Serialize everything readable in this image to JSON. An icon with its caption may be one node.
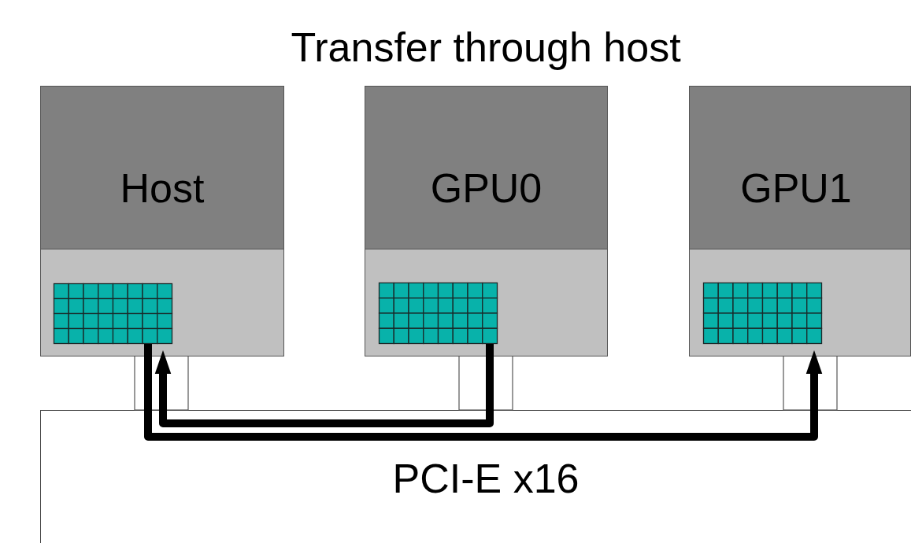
{
  "diagram": {
    "title": "Transfer through host",
    "nodes": [
      {
        "text": [
          "Host"
        ]
      },
      {
        "text": [],
        "shape": "grid",
        "in": 0
      },
      {
        "text": [
          "GPU0"
        ]
      },
      {
        "text": [],
        "shape": "grid",
        "in": 2
      },
      {
        "text": [
          "GPU1"
        ]
      },
      {
        "text": [],
        "shape": "grid",
        "in": 4
      }
    ],
    "edges": [
      {
        "from": 3,
        "to": 1,
        "arrow": "to"
      },
      {
        "from": 1,
        "to": 5,
        "arrow": "to"
      }
    ],
    "labels": [
      "PCI-E x16"
    ]
  }
}
